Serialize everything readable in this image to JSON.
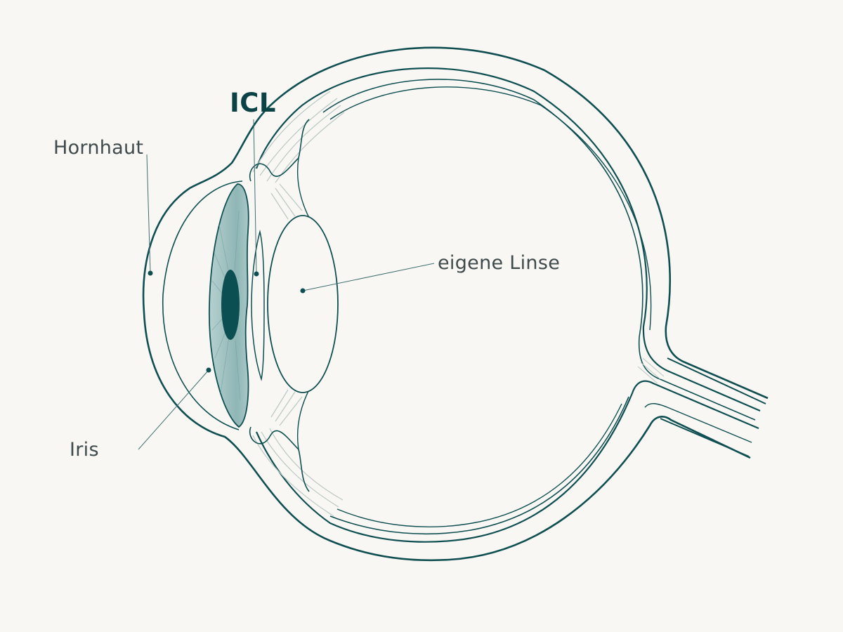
{
  "labels": {
    "icl": "ICL",
    "cornea": "Hornhaut",
    "natural_lens": "eigene Linse",
    "iris": "Iris"
  },
  "colors": {
    "background": "#f9f7f3",
    "outline": "#0f4f52",
    "iris_fill": "#9bbfbe",
    "pupil": "#0b4f52",
    "label_text": "#3f4a4d",
    "icl_text": "#0b4246",
    "fibers": "#b9c7c4"
  }
}
